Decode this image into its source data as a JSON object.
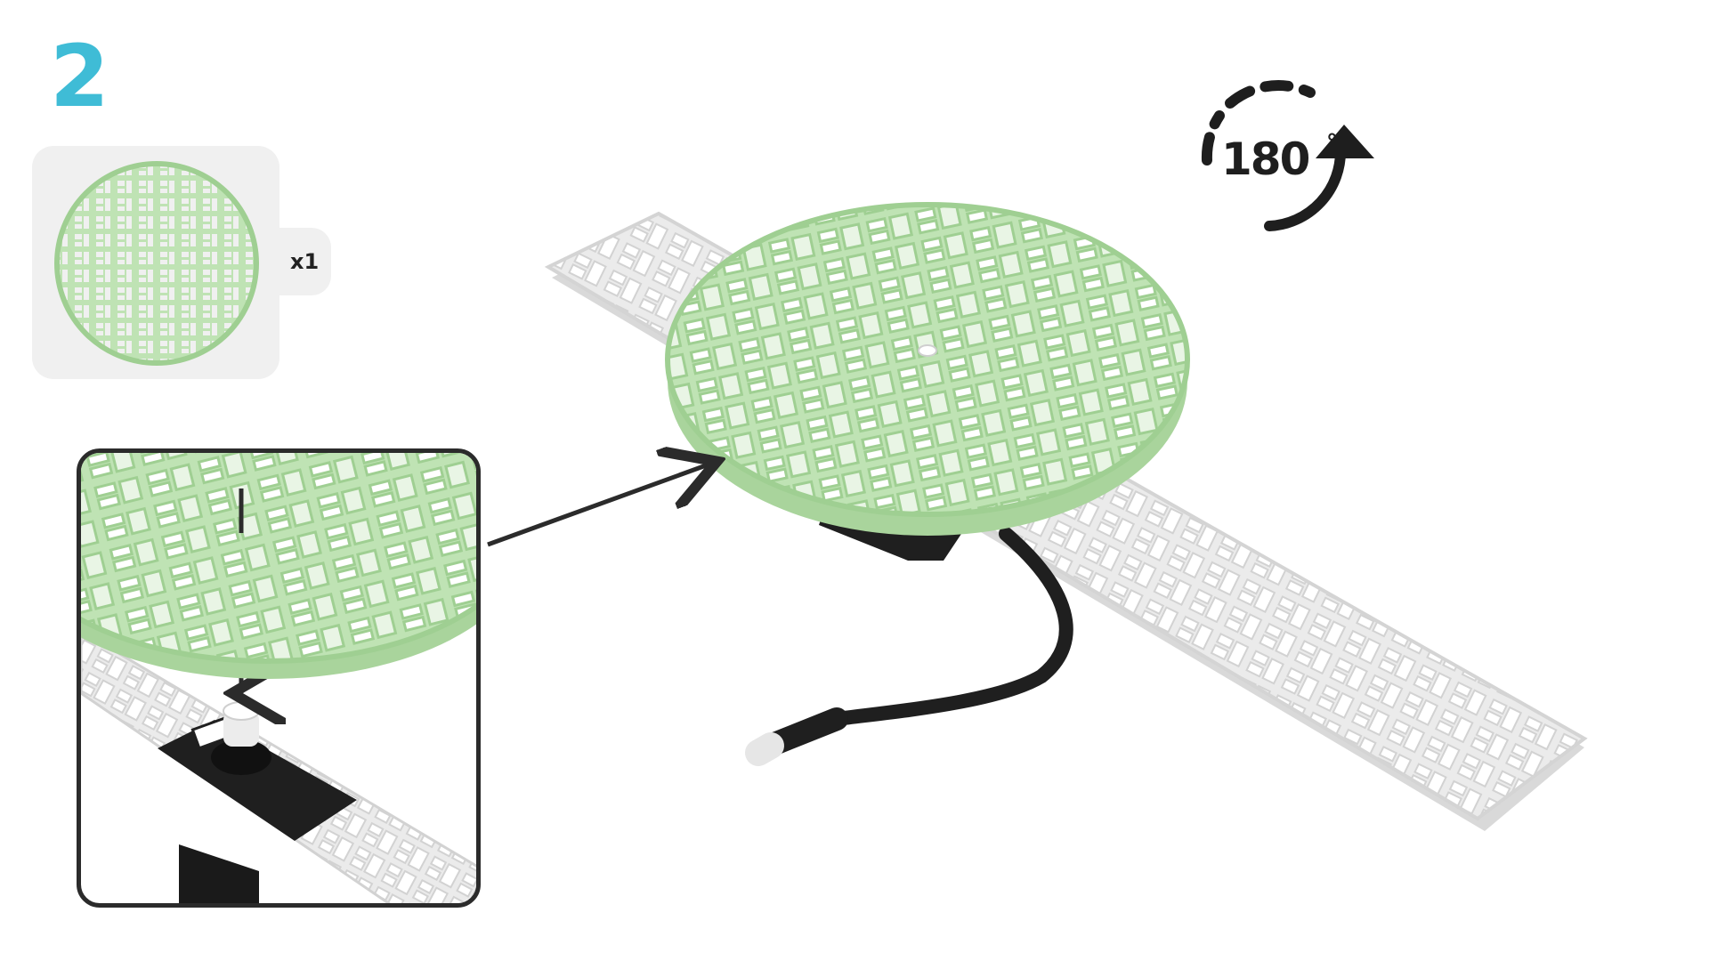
{
  "step": {
    "number": "2",
    "color": "#3fbcd6"
  },
  "parts": {
    "quantity_label": "x1",
    "part_icon": "green-circular-grid-plate-icon",
    "card_color": "#f0f0f0"
  },
  "rotation": {
    "value": "180",
    "unit": "°",
    "icon": "rotate-clockwise-arrow-icon"
  },
  "colors": {
    "plate_green": "#bfe3b4",
    "plate_green_dark": "#9fcf92",
    "beam_white": "#ebebeb",
    "beam_shadow": "#d2d2d2",
    "servo_black": "#1f1f1f",
    "outline": "#2b2b2b"
  }
}
